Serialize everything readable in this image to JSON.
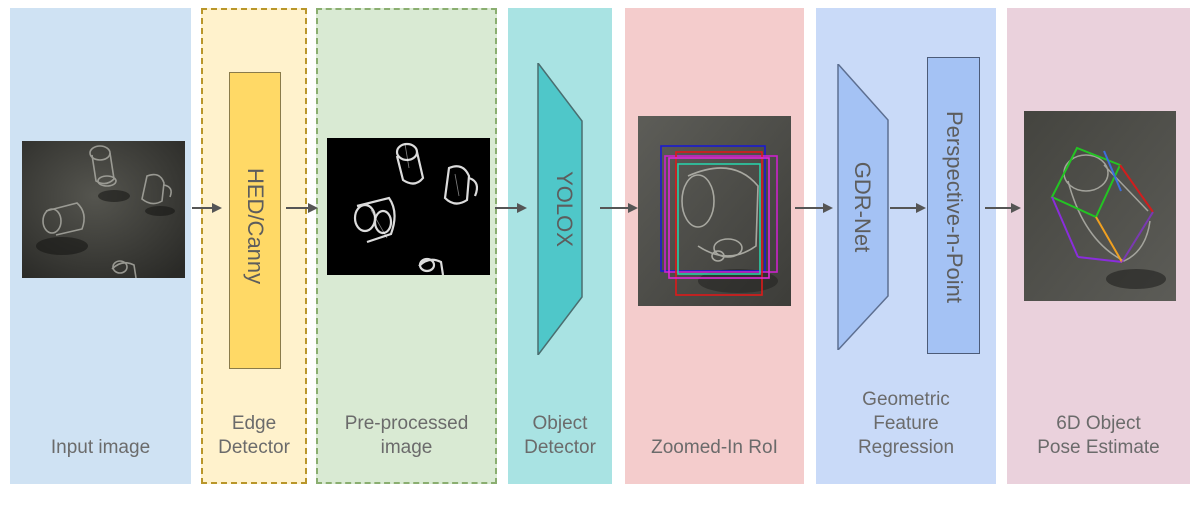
{
  "stages": {
    "input": {
      "label": "Input image",
      "color": "#cfe2f3"
    },
    "edge": {
      "label": "Edge\nDetector",
      "module": "HED/Canny",
      "color": "#fff2cc",
      "module_color": "#ffd966"
    },
    "preproc": {
      "label": "Pre-processed\nimage",
      "color": "#d9ead3"
    },
    "detector": {
      "label": "Object\nDetector",
      "module": "YOLOX",
      "color": "#a9e3e3",
      "module_color": "#4fc7c9"
    },
    "roi": {
      "label": "Zoomed-In RoI",
      "color": "#f4cccc"
    },
    "regression": {
      "label": "Geometric\nFeature\nRegression",
      "module1": "GDR-Net",
      "module2": "Perspective-n-Point",
      "color": "#c9daf8",
      "module_color": "#a4c2f4"
    },
    "pose": {
      "label": "6D Object\nPose Estimate",
      "color": "#ead1dc"
    }
  },
  "icons": {
    "arrow": "arrow-right-icon"
  }
}
